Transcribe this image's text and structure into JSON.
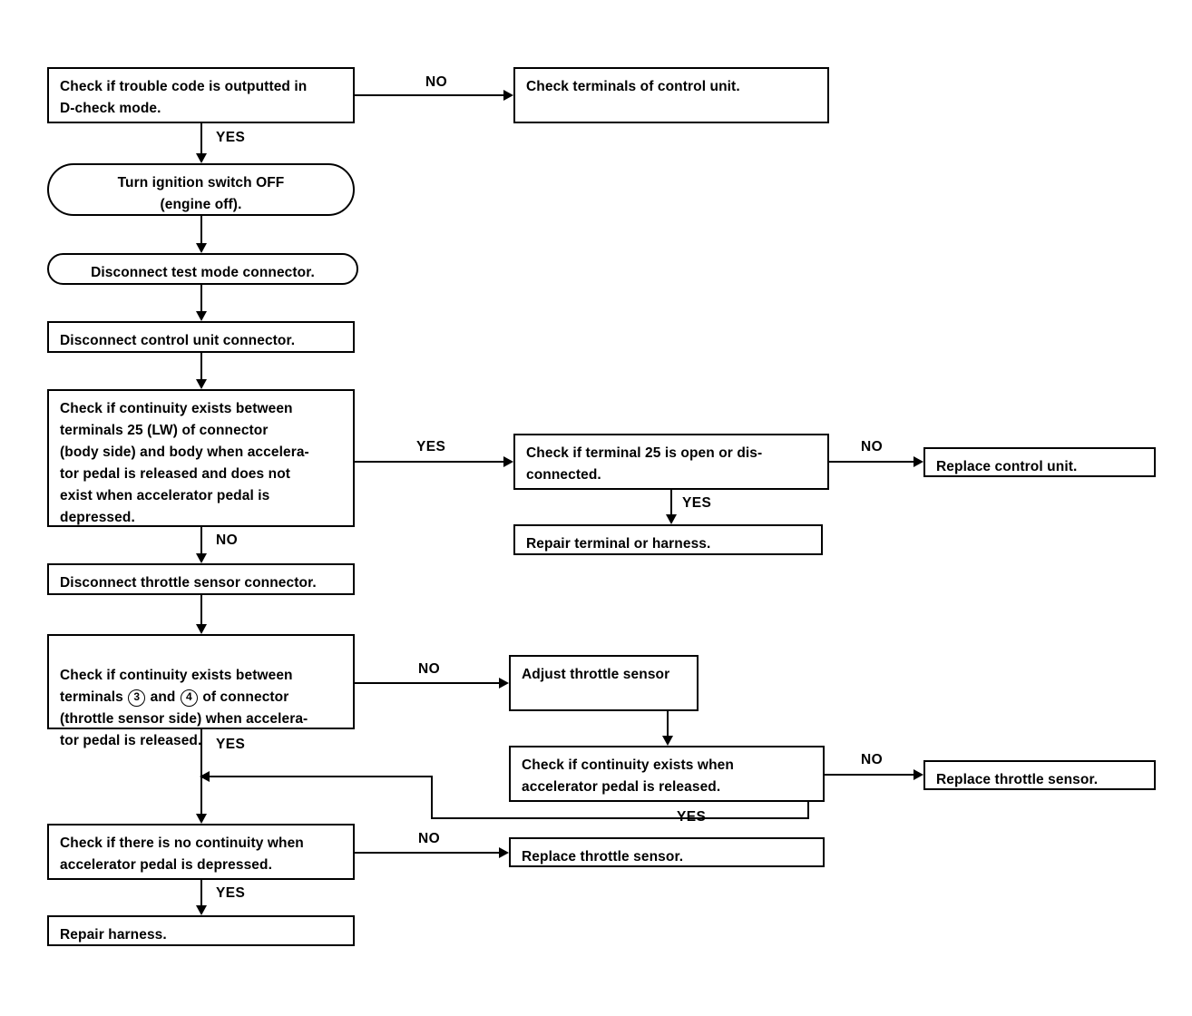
{
  "diagram": {
    "title": "Throttle sensor / control unit trouble diagnosis flowchart",
    "type": "flowchart",
    "stroke_color": "#000000",
    "background_color": "#ffffff",
    "nodes": [
      {
        "id": "n1",
        "shape": "rect",
        "text": "Check if trouble code is outputted in\nD-check mode."
      },
      {
        "id": "n2",
        "shape": "rect",
        "text": "Check terminals of control unit."
      },
      {
        "id": "n3",
        "shape": "pill",
        "text": "Turn ignition switch OFF\n(engine off)."
      },
      {
        "id": "n4",
        "shape": "pill",
        "text": "Disconnect test mode connector."
      },
      {
        "id": "n5",
        "shape": "rect",
        "text": "Disconnect control unit connector."
      },
      {
        "id": "n6",
        "shape": "rect",
        "text": "Check if continuity exists between\nterminals 25 (LW) of connector\n(body side) and body when accelera-\ntor pedal is released and does not\nexist when accelerator pedal is\ndepressed."
      },
      {
        "id": "n7",
        "shape": "rect",
        "text": "Check if terminal 25 is open or dis-\nconnected."
      },
      {
        "id": "n8",
        "shape": "rect",
        "text": "Replace control unit."
      },
      {
        "id": "n9",
        "shape": "rect",
        "text": "Repair terminal or harness."
      },
      {
        "id": "n10",
        "shape": "rect",
        "text": "Disconnect throttle sensor connector."
      },
      {
        "id": "n11",
        "shape": "rect",
        "text_pre": "Check if continuity exists between\nterminals ",
        "circled_a": "3",
        "text_mid": " and ",
        "circled_b": "4",
        "text_post": " of connector\n(throttle sensor side) when accelera-\ntor pedal is released."
      },
      {
        "id": "n12",
        "shape": "rect",
        "text": "Adjust throttle sensor"
      },
      {
        "id": "n13",
        "shape": "rect",
        "text": "Check if continuity exists when\naccelerator pedal is released."
      },
      {
        "id": "n14",
        "shape": "rect",
        "text": "Replace throttle sensor."
      },
      {
        "id": "n15",
        "shape": "rect",
        "text": "Check if there is no continuity when\naccelerator pedal is depressed."
      },
      {
        "id": "n16",
        "shape": "rect",
        "text": "Replace throttle sensor."
      },
      {
        "id": "n17",
        "shape": "rect",
        "text": "Repair harness."
      }
    ],
    "edge_labels": {
      "e1_no": "NO",
      "e1_yes": "YES",
      "e6_yes": "YES",
      "e6_no": "NO",
      "e7_no": "NO",
      "e7_yes": "YES",
      "e11_no": "NO",
      "e11_yes": "YES",
      "e13_no": "NO",
      "e13_yes": "YES",
      "e15_no": "NO",
      "e15_yes": "YES"
    }
  }
}
